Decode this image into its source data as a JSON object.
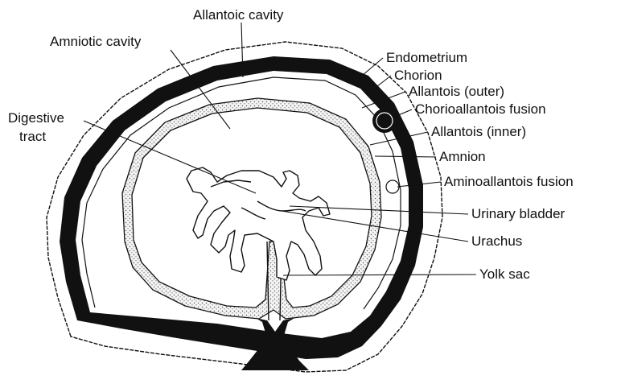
{
  "labels": {
    "allantoic_cavity": "Allantoic cavity",
    "amniotic_cavity": "Amniotic cavity",
    "digestive_tract_line1": "Digestive",
    "digestive_tract_line2": "tract",
    "endometrium": "Endometrium",
    "chorion": "Chorion",
    "allantois_outer": "Allantois (outer)",
    "chorioallantois_fusion": "Chorioallantois fusion",
    "allantois_inner": "Allantois (inner)",
    "amnion": "Amnion",
    "aminoallantois_fusion": "Aminoallantois fusion",
    "urinary_bladder": "Urinary bladder",
    "urachus": "Urachus",
    "yolk_sac": "Yolk sac"
  },
  "colors": {
    "ink": "#111111",
    "background": "#ffffff",
    "stipple": "#555555"
  }
}
